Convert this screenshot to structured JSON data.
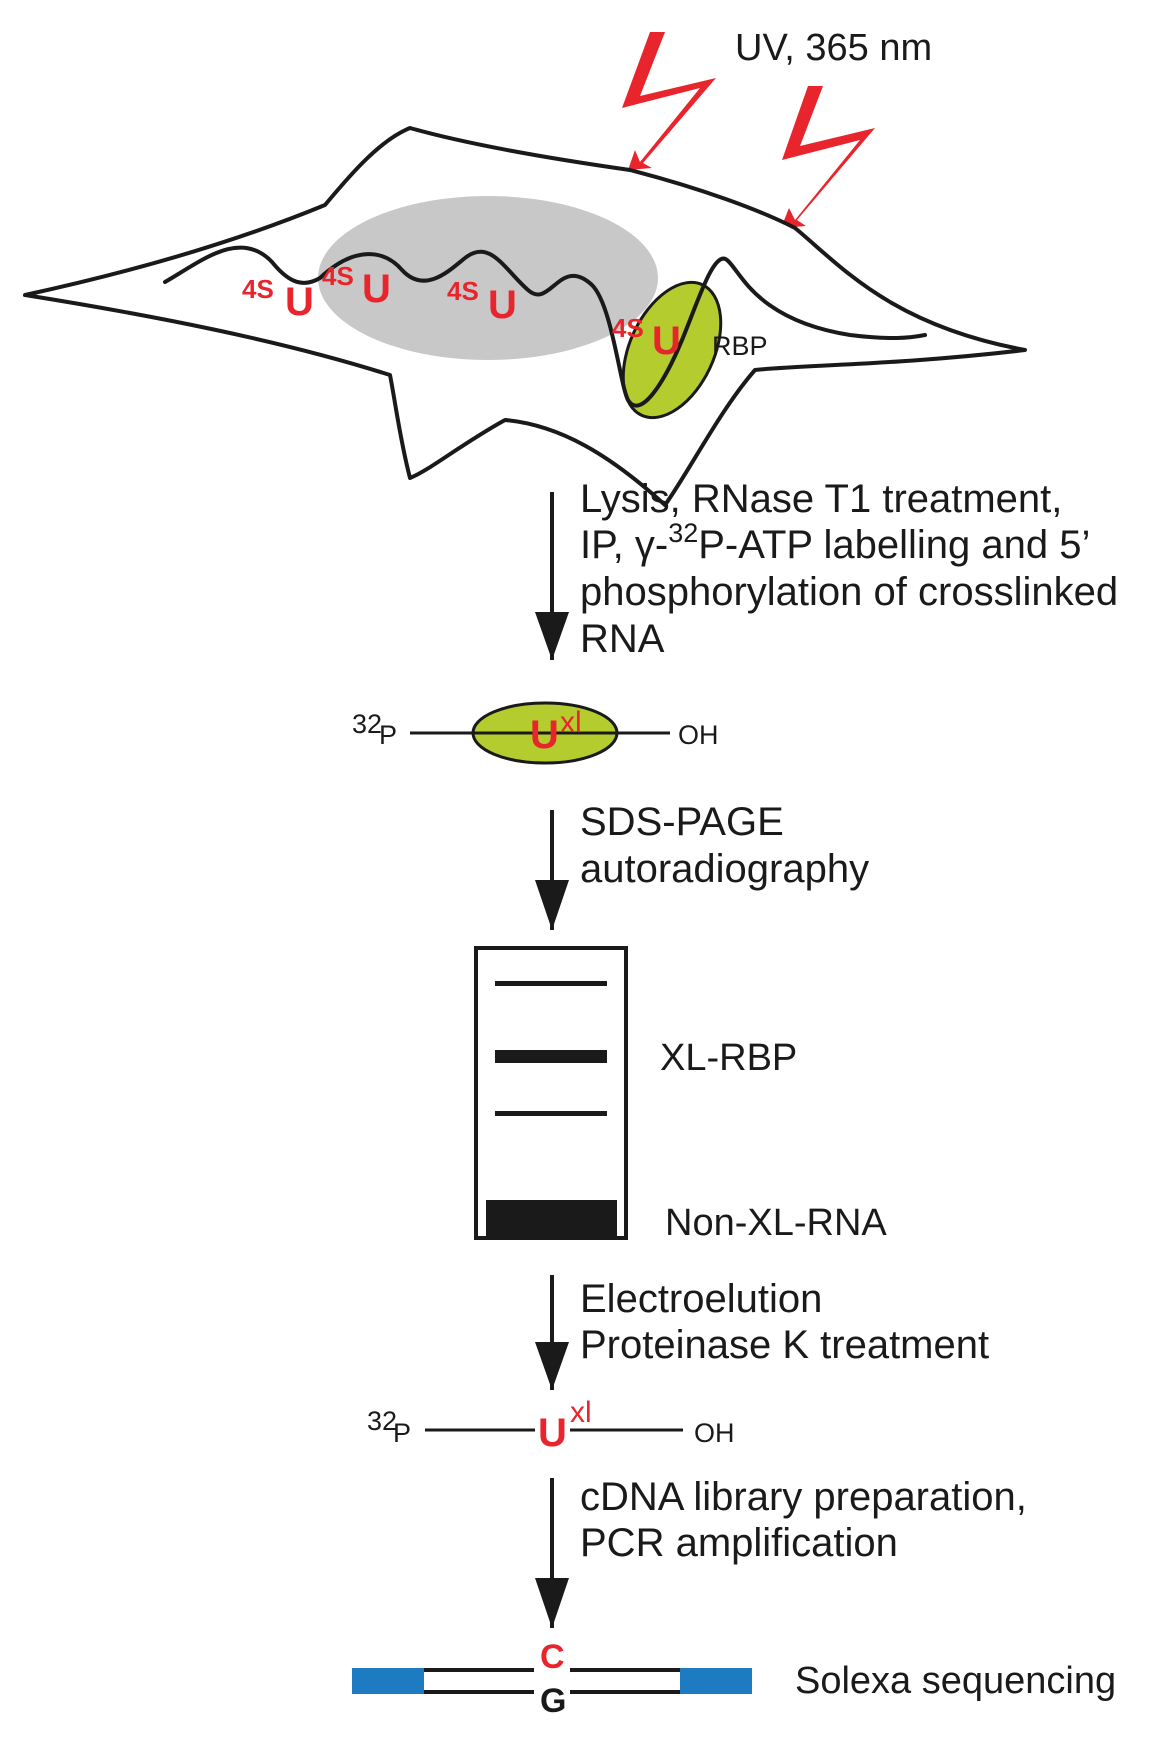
{
  "uv": {
    "label": "UV, 365 nm"
  },
  "cell": {
    "modified_base_sup": "4S",
    "modified_base": "U",
    "rbp_label": "RBP"
  },
  "steps": [
    {
      "lines": [
        "Lysis, RNase T1 treatment,",
        "IP, γ-",
        "32",
        "P-ATP labelling and 5’",
        "phosphorylation of crosslinked",
        "RNA"
      ]
    },
    {
      "lines": [
        "SDS-PAGE",
        "autoradiography"
      ]
    },
    {
      "lines": [
        "Electroelution",
        "Proteinase K treatment"
      ]
    },
    {
      "lines": [
        "cDNA library preparation,",
        "PCR amplification"
      ]
    }
  ],
  "rna": {
    "p32_sup": "32",
    "p32": "P",
    "oh": "OH",
    "u": "U",
    "xl": "xl"
  },
  "gel": {
    "xl_rbp": "XL-RBP",
    "non_xl_rna": "Non-XL-RNA"
  },
  "seq": {
    "c": "C",
    "g": "G",
    "label": "Solexa sequencing"
  },
  "colors": {
    "red": "#e8252c",
    "nucleus": "#c8c8c8",
    "rbp": "#b5cc2e",
    "blue": "#1f7bc1",
    "black": "#1a1a1a"
  }
}
